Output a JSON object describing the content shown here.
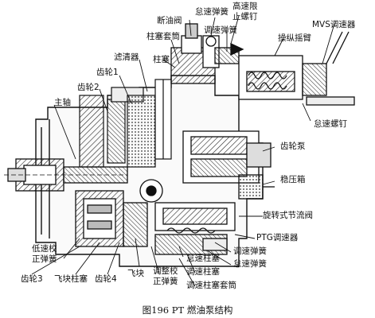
{
  "diagram": {
    "caption": "图196   PT 燃油泵结构",
    "labels": {
      "gaosu": "高速限",
      "zhishuo": "止螺钉",
      "mvs": "MVS调速器",
      "duanyoufa": "断油阀",
      "daisu_top": "怠速弹簧",
      "tiaosu_top": "调速弹簧",
      "caozong": "操纵摇臂",
      "zhusai_taotong": "柱塞套筒",
      "zhusai": "柱塞",
      "lvqingqi": "滤清器",
      "chilun1": "齿轮1",
      "chilun2": "齿轮2",
      "zhuzhou": "主轴",
      "daisu_luoding": "怠速螺钉",
      "chilunbeng": "齿轮泵",
      "wenyaxiang": "稳压箱",
      "xuanzhuan": "旋转式节流阀",
      "ptg": "PTG调速器",
      "tiaosu_mid": "调速弹簧",
      "daisu_mid": "怠速弹簧",
      "daisu_zhusai": "怠速柱塞",
      "tiaosu_zhusai": "调速柱塞",
      "tiaosu_taotong": "调速柱塞套筒",
      "disu_1": "低速校",
      "disu_2": "正弹簧",
      "chilun3": "齿轮3",
      "feikuai_zhusai": "飞块柱塞",
      "chilun4": "齿轮4",
      "feikuai": "飞块",
      "tiaozheng_1": "调整校",
      "tiaozheng_2": "正弹簧"
    }
  }
}
